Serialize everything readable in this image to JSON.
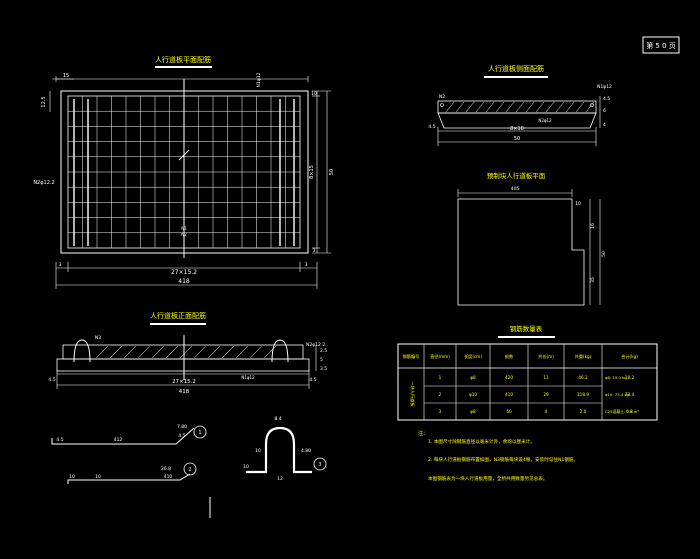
{
  "sheet_badge": "第 5 0 页",
  "views": {
    "plan": {
      "title": "人行道板平面配筋",
      "dims": {
        "top_left": "15",
        "left_top": "12.5",
        "left_bar": "N2φ12.2",
        "right_top": "10",
        "right_mid": "8×15",
        "right_overall": "50",
        "right_bot": "3",
        "bottom_left": "3",
        "bottom_right": "3",
        "bottom_spacing": "27×15.2",
        "overall_width": "418",
        "top_mark": "N1φ12"
      },
      "callouts": [
        "N1",
        "N2"
      ]
    },
    "side_section": {
      "title": "人行道板侧面配筋",
      "dims": {
        "left": "N2",
        "right_top": "N1φ12",
        "right_a": "4.5",
        "right_b": "6",
        "right_c": "4",
        "bottom_left": "4.5",
        "bottom_mid": "8×10",
        "overall": "50",
        "inner_mark": "N2φ12"
      }
    },
    "precast_plan": {
      "title": "预制块人行道板平面",
      "dims": {
        "top": "405",
        "notch_w": "10",
        "notch_h": "16",
        "right_total": "50",
        "right_low": "35"
      }
    },
    "front_section": {
      "title": "人行道板正面配筋",
      "dims": {
        "left": "N3",
        "right": "N2φ12.2",
        "right_a": "2.5",
        "right_b": "5",
        "right_c": "3.5",
        "bottom_left": "4.5",
        "bottom_spacing": "27×15.2",
        "bottom_right": "4.5",
        "overall": "418",
        "inner_mark": "N1φ12"
      }
    },
    "rebar_details": {
      "n1": {
        "left": "4.5",
        "mid": "412",
        "right_top": "7.80",
        "right_bot": "4.5",
        "id": "1"
      },
      "n2": {
        "left": "10",
        "mid": "10",
        "right": "410",
        "top": "26.8",
        "id": "2"
      },
      "n3": {
        "top": "8.4",
        "left_h": "10",
        "right_h": "4.80",
        "base": "10",
        "bot": "12",
        "id": "3"
      }
    }
  },
  "table": {
    "title": "钢筋数量表",
    "headers": [
      "钢筋编号",
      "直径(mm)",
      "长度(cm)",
      "根数",
      "共长(m)",
      "共重(kg)",
      "合计(kg)"
    ],
    "row_group_label": "一块人行道板",
    "rows": [
      [
        "1",
        "φ8",
        "420",
        "11",
        "46.2",
        "18.2"
      ],
      [
        "2",
        "φ10",
        "410",
        "29",
        "118.9",
        "73.4"
      ],
      [
        "3",
        "φ8",
        "50",
        "4",
        "2.0",
        "0.8"
      ]
    ],
    "totals": [
      "φ8: 19.0 kg",
      "φ10: 73.4 kg",
      "C25混凝土: 0.9 m³"
    ]
  },
  "notes": {
    "heading": "注：",
    "lines": [
      "1. 本图尺寸除钢筋直径以毫米计外，余均以厘米计。",
      "2. 每块人行道板钢筋布置如图，N3钢筋每块设4根，安装时勾住N1钢筋。",
      "   本图钢筋表为一块人行道板用量，全桥共用数量另见总表。"
    ]
  },
  "colors": {
    "line": "#ffffff",
    "text": "#ffff00",
    "dim": "#ffffff"
  }
}
